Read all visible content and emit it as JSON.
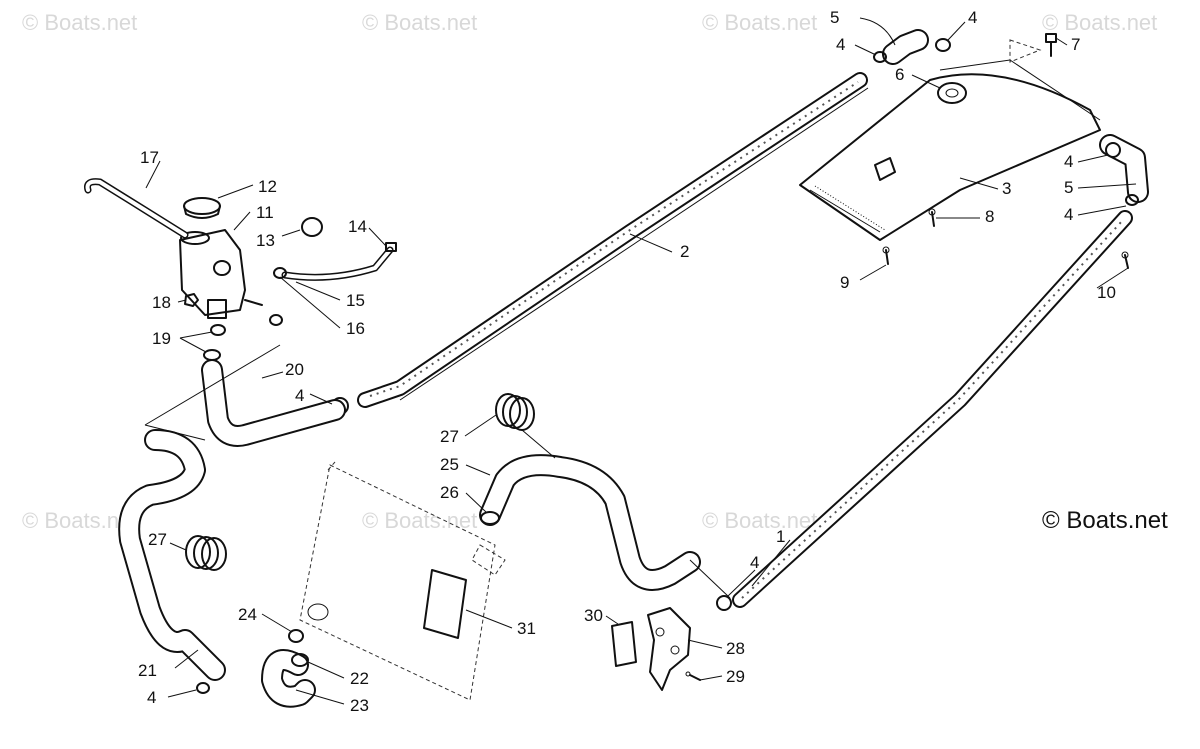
{
  "watermark": {
    "text": "© Boats.net",
    "main_text": "© Boats.net"
  },
  "callouts": [
    {
      "id": "c1",
      "label": "1"
    },
    {
      "id": "c2",
      "label": "2"
    },
    {
      "id": "c3",
      "label": "3"
    },
    {
      "id": "c4a",
      "label": "4"
    },
    {
      "id": "c4b",
      "label": "4"
    },
    {
      "id": "c4c",
      "label": "4"
    },
    {
      "id": "c4d",
      "label": "4"
    },
    {
      "id": "c4e",
      "label": "4"
    },
    {
      "id": "c4f",
      "label": "4"
    },
    {
      "id": "c4g",
      "label": "4"
    },
    {
      "id": "c5a",
      "label": "5"
    },
    {
      "id": "c5b",
      "label": "5"
    },
    {
      "id": "c6",
      "label": "6"
    },
    {
      "id": "c7",
      "label": "7"
    },
    {
      "id": "c8",
      "label": "8"
    },
    {
      "id": "c9",
      "label": "9"
    },
    {
      "id": "c10",
      "label": "10"
    },
    {
      "id": "c11",
      "label": "11"
    },
    {
      "id": "c12",
      "label": "12"
    },
    {
      "id": "c13",
      "label": "13"
    },
    {
      "id": "c14",
      "label": "14"
    },
    {
      "id": "c15",
      "label": "15"
    },
    {
      "id": "c16",
      "label": "16"
    },
    {
      "id": "c17",
      "label": "17"
    },
    {
      "id": "c18",
      "label": "18"
    },
    {
      "id": "c19",
      "label": "19"
    },
    {
      "id": "c20",
      "label": "20"
    },
    {
      "id": "c21",
      "label": "21"
    },
    {
      "id": "c22",
      "label": "22"
    },
    {
      "id": "c23",
      "label": "23"
    },
    {
      "id": "c24",
      "label": "24"
    },
    {
      "id": "c25",
      "label": "25"
    },
    {
      "id": "c26",
      "label": "26"
    },
    {
      "id": "c27a",
      "label": "27"
    },
    {
      "id": "c27b",
      "label": "27"
    },
    {
      "id": "c28",
      "label": "28"
    },
    {
      "id": "c29",
      "label": "29"
    },
    {
      "id": "c30",
      "label": "30"
    },
    {
      "id": "c31",
      "label": "31"
    }
  ]
}
